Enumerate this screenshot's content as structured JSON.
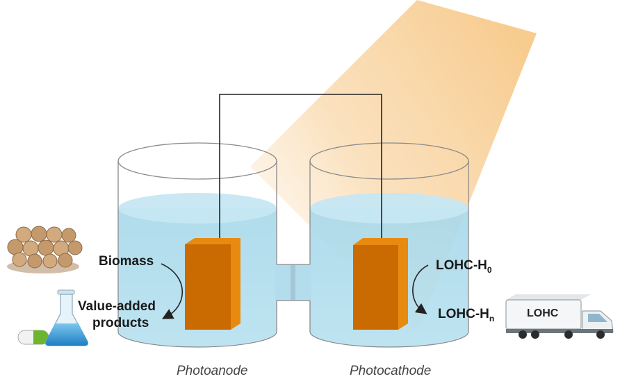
{
  "labels": {
    "biomass": "Biomass",
    "value_added_line1": "Value-added",
    "value_added_line2": "products",
    "lohc_h0": "LOHC-H",
    "lohc_h0_sub": "0",
    "lohc_hn": "LOHC-H",
    "lohc_hn_sub": "n",
    "truck_label": "LOHC",
    "photoanode": "Photoanode",
    "photocathode": "Photocathode"
  },
  "icons": [
    "light-beam",
    "wood-logs-icon",
    "flask-icon",
    "pill-icon",
    "truck-icon",
    "curved-arrow-icon"
  ],
  "colors": {
    "electrolyte": "#b9e0ee",
    "electrode_front": "#c96b00",
    "electrode_side": "#e98a10",
    "light": "#f7c989",
    "wire": "#222222"
  }
}
